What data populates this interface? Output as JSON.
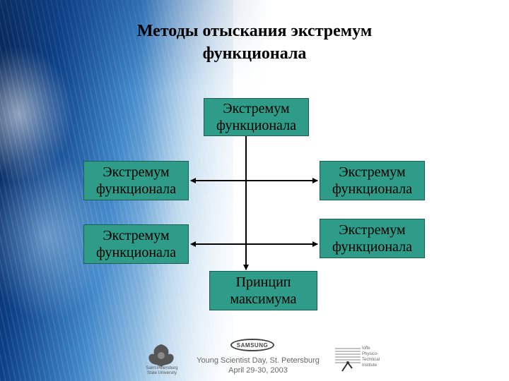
{
  "slide": {
    "title_line1": "Методы отыскания экстремум",
    "title_line2": "функционала"
  },
  "diagram": {
    "top": {
      "line1": "Экстремум",
      "line2": "функционала"
    },
    "mid_left": {
      "line1": "Экстремум",
      "line2": "функционала"
    },
    "mid_right": {
      "line1": "Экстремум",
      "line2": "функционала"
    },
    "low_left": {
      "line1": "Экстремум",
      "line2": "функционала"
    },
    "low_right": {
      "line1": "Экстремум",
      "line2": "функционала"
    },
    "bottom": {
      "line1": "Принцип",
      "line2": "максимума"
    }
  },
  "footer": {
    "line1": "Young Scientist Day, St. Petersburg",
    "line2": "April 29-30, 2003",
    "samsung": "SAMSUNG",
    "spbu_line1": "Saint-Petersburg",
    "spbu_line2": "State University",
    "ioffe_line1": "Ioffe",
    "ioffe_line2": "Physico-",
    "ioffe_line3": "Technical",
    "ioffe_line4": "Institute"
  },
  "colors": {
    "box_fill": "#2e9c88",
    "box_border": "#1d5e53",
    "connector": "#000000"
  }
}
